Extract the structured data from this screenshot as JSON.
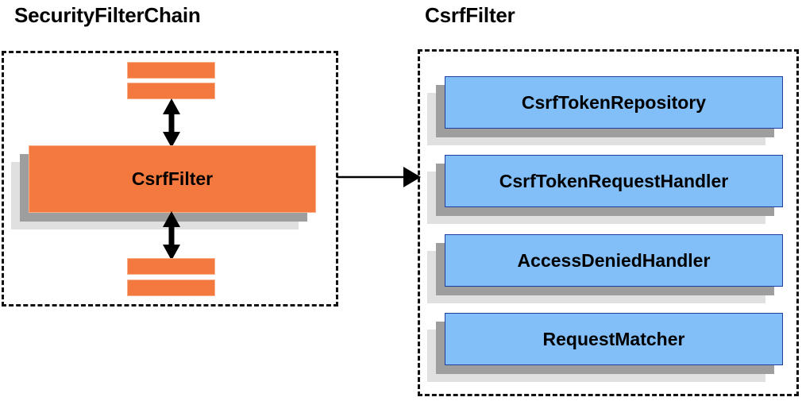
{
  "diagram": {
    "type": "component-relationship",
    "background": "#ffffff",
    "colors": {
      "orange_fill": "#f4793e",
      "orange_border": "#f9b08a",
      "blue_fill": "#82bef8",
      "blue_border": "#1f3e9e",
      "shadow_dark": "#9e9e9e",
      "shadow_light": "#e0e0e0",
      "line": "#000000",
      "dashed_border": "#111111"
    }
  },
  "panels": [
    {
      "id": "security-filter-chain",
      "title": "SecurityFilterChain",
      "highlight_component": "CsrfFilter",
      "filters_above": 2,
      "filters_below": 2
    },
    {
      "id": "csrf-filter",
      "title": "CsrfFilter",
      "collaborators": [
        {
          "label": "CsrfTokenRepository"
        },
        {
          "label": "CsrfTokenRequestHandler"
        },
        {
          "label": "AccessDeniedHandler"
        },
        {
          "label": "RequestMatcher"
        }
      ]
    }
  ],
  "connectors": [
    {
      "id": "chain-to-detail",
      "from": "CsrfFilter",
      "to": "CsrfFilter detail",
      "style": "single-arrow-right"
    },
    {
      "id": "filter-above",
      "from": "preceding filters",
      "to": "CsrfFilter",
      "style": "double-arrow-vertical"
    },
    {
      "id": "filter-below",
      "from": "CsrfFilter",
      "to": "following filters",
      "style": "double-arrow-vertical"
    }
  ]
}
